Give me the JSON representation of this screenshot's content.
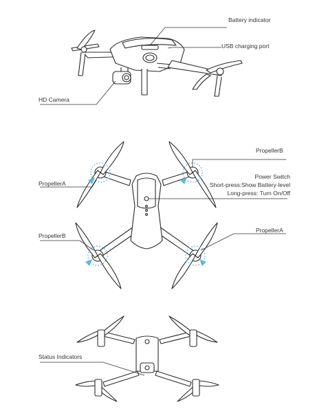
{
  "colors": {
    "line": "#2a2a2a",
    "body_fill": "#ffffff",
    "arrow": "#5fb7e0",
    "dots": "#8fd0ef"
  },
  "top_view": {
    "battery_indicator": "Battery indicator",
    "usb_charging_port": "USB charging port",
    "hd_camera": "HD Camera"
  },
  "overhead_view": {
    "propeller_b_top_right": "PropellerB",
    "propeller_a_left": "PropellerA",
    "power_switch_title": "Power Switch",
    "power_switch_short_press": "Short-press:Show Battery-level",
    "power_switch_long_press": "Long-press: Turn On/Off",
    "propeller_b_left": "PropellerB",
    "propeller_a_right": "PropellerA"
  },
  "front_view": {
    "status_indicators": "Status Indicators"
  },
  "icons": [
    "drone-side-view",
    "drone-top-view",
    "drone-front-view",
    "rotation-arrow-icon"
  ]
}
